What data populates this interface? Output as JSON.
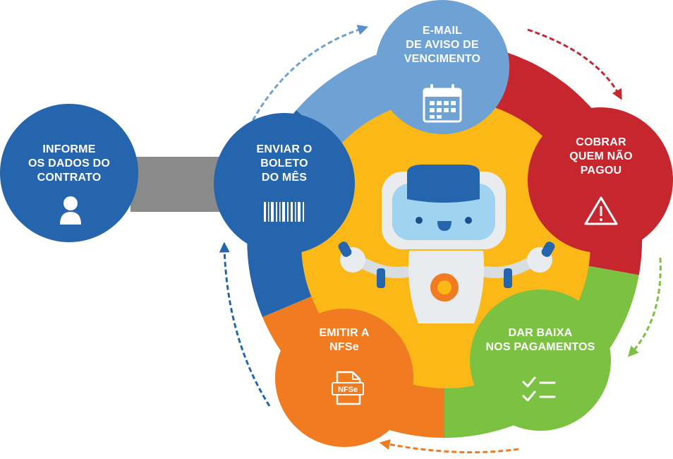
{
  "colors": {
    "dark_blue": "#2565ae",
    "light_blue": "#6ea1d4",
    "red": "#c6272f",
    "green": "#7cc242",
    "orange": "#f07b20",
    "yellow": "#fbb817",
    "connector": "#8a8a8a"
  },
  "steps": {
    "informe": {
      "lines": [
        "INFORME",
        "OS DADOS DO",
        "CONTRATO"
      ],
      "icon": "user-icon"
    },
    "enviar": {
      "lines": [
        "ENVIAR O",
        "BOLETO",
        "DO MÊS"
      ],
      "icon": "barcode-icon"
    },
    "email": {
      "lines": [
        "E-MAIL",
        "DE AVISO DE",
        "VENCIMENTO"
      ],
      "icon": "calendar-icon"
    },
    "cobrar": {
      "lines": [
        "COBRAR",
        "QUEM NÃO",
        "PAGOU"
      ],
      "icon": "warning-icon"
    },
    "dar_baixa": {
      "lines": [
        "DAR BAIXA",
        "NOS PAGAMENTOS"
      ],
      "icon": "checklist-icon"
    },
    "emitir": {
      "lines": [
        "EMITIR A",
        "NFSe"
      ],
      "icon": "document-icon"
    }
  },
  "nfse_icon_text": "NFSe",
  "center_icon": "robot-icon"
}
